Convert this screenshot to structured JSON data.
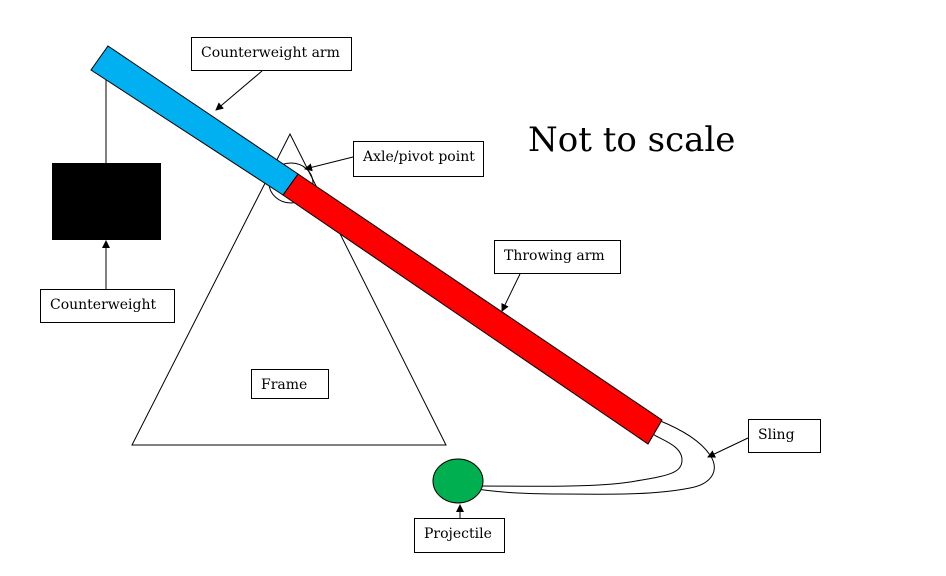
{
  "labels": {
    "counterweight_arm": "Counterweight arm",
    "axle": "Axle/pivot point",
    "throwing_arm": "Throwing arm",
    "counterweight": "Counterweight",
    "frame": "Frame",
    "sling": "Sling",
    "projectile": "Projectile"
  },
  "note": "Not to scale",
  "colors": {
    "counterweight_arm": "#00B0F0",
    "throwing_arm": "#FF0000",
    "counterweight": "#000000",
    "projectile": "#00B050",
    "outline": "#000000"
  }
}
